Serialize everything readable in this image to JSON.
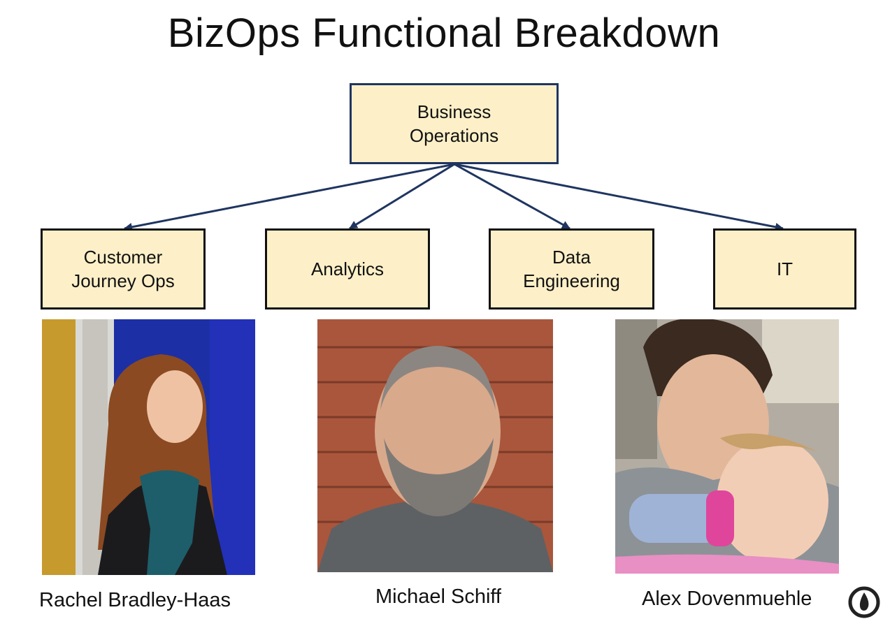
{
  "title": "BizOps Functional Breakdown",
  "root": {
    "label": "Business\nOperations"
  },
  "teams": [
    {
      "label": "Customer\nJourney Ops"
    },
    {
      "label": "Analytics"
    },
    {
      "label": "Data\nEngineering"
    },
    {
      "label": "IT"
    }
  ],
  "people": [
    {
      "name": "Rachel Bradley-Haas"
    },
    {
      "name": "Michael Schiff"
    },
    {
      "name": "Alex Dovenmuehle"
    }
  ],
  "colors": {
    "box_fill": "#fdf0c8",
    "root_border": "#1f3560",
    "child_border": "#111111",
    "arrow": "#1f3560"
  },
  "icons": {
    "corner_logo": "company-logo-icon"
  }
}
